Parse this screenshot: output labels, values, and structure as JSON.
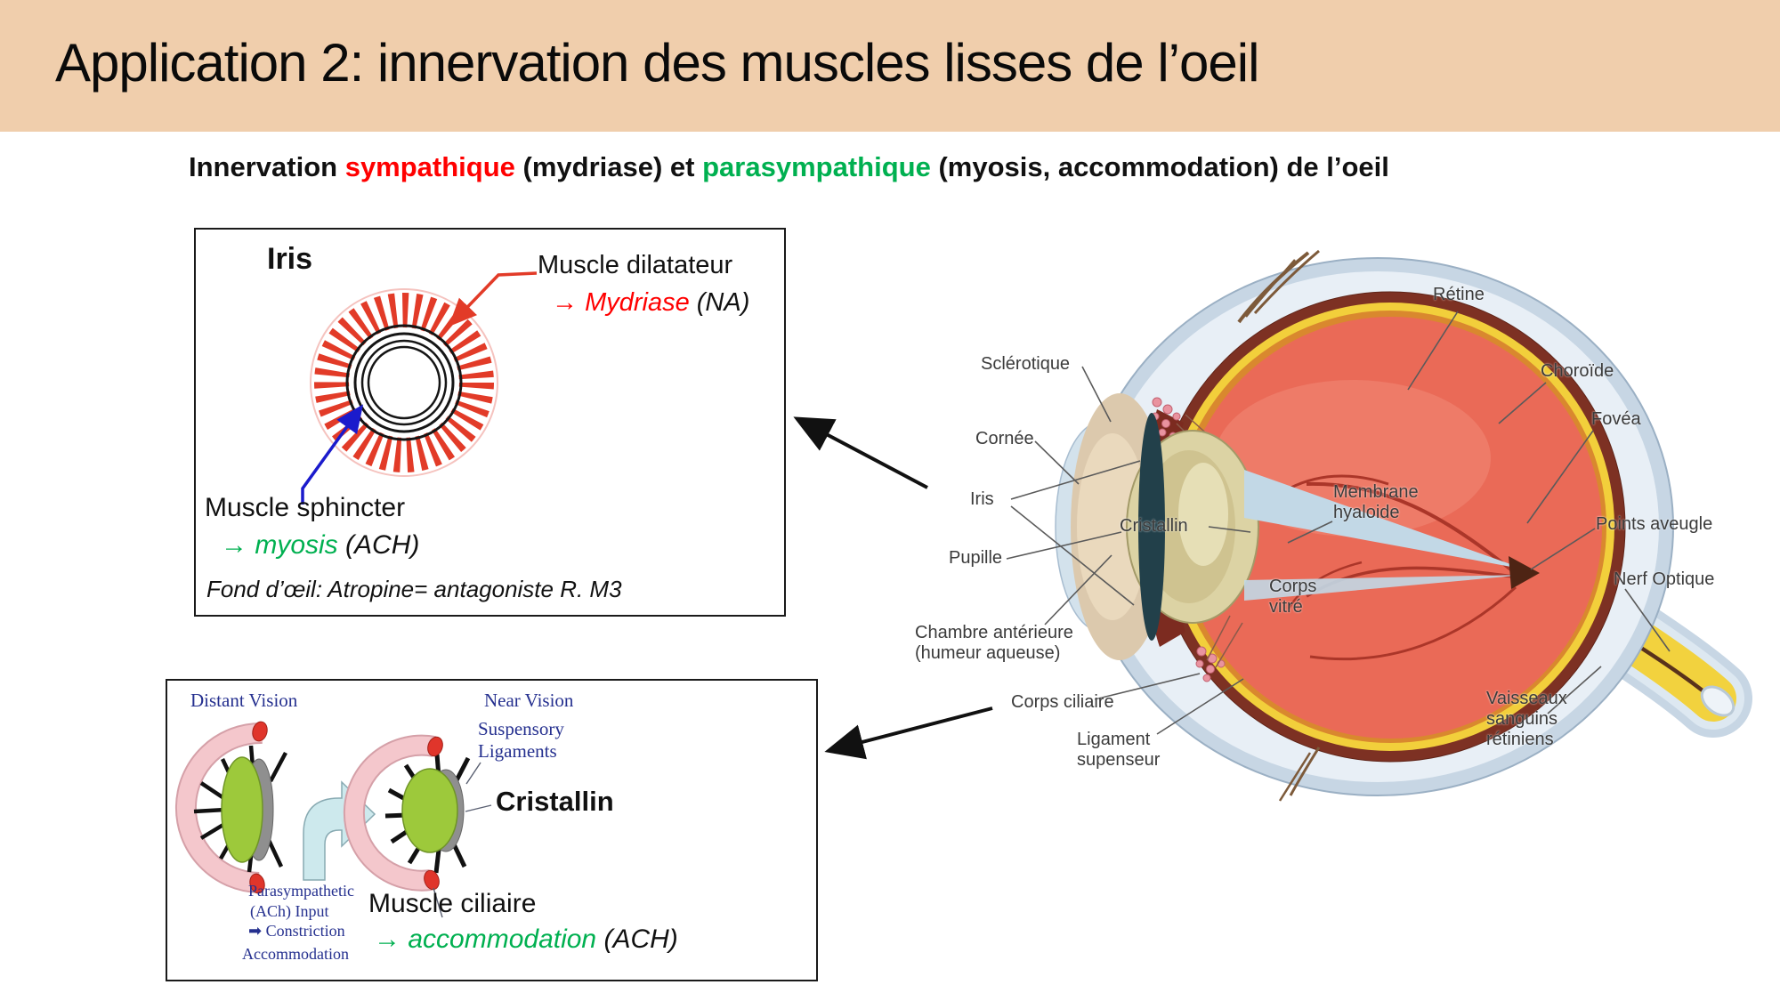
{
  "slide": {
    "title": "Application 2: innervation des muscles lisses de l’oeil",
    "subtitle": {
      "prefix": "Innervation ",
      "sympathique": "sympathique",
      "middle": " (mydriase) et ",
      "parasympathique": "parasympathique",
      "suffix": " (myosis, accommodation) de l’oeil"
    }
  },
  "iris_box": {
    "heading": "Iris",
    "dilator": {
      "label": "Muscle dilatateur",
      "arrow": "→",
      "effect": "Mydriase",
      "mediator": " (NA)"
    },
    "sphincter": {
      "label": "Muscle sphincter",
      "arrow": "→",
      "effect": "myosis",
      "mediator": " (ACH)"
    },
    "footnote": "Fond d’œil: Atropine= antagoniste R. M3"
  },
  "accommodation_box": {
    "distant_title": "Distant Vision",
    "near_title": "Near Vision",
    "suspensory_label": "Suspensory\nLigaments",
    "cristallin_label": "Cristallin",
    "parasympathetic": {
      "line1": "Parasympathetic",
      "line2": "(ACh) Input",
      "arrow": "➡",
      "constriction": " Constriction",
      "accommodation": "Accommodation"
    },
    "ciliary": {
      "label": "Muscle ciliaire",
      "arrow": "→",
      "effect": "accommodation",
      "mediator": " (ACH)"
    }
  },
  "eye": {
    "labels": [
      {
        "id": "retine",
        "text": "Rétine"
      },
      {
        "id": "sclerotique",
        "text": "Sclérotique"
      },
      {
        "id": "choroide",
        "text": "Choroïde"
      },
      {
        "id": "fovea",
        "text": "Fovéa"
      },
      {
        "id": "cornee",
        "text": "Cornée"
      },
      {
        "id": "iris",
        "text": "Iris"
      },
      {
        "id": "membrane-hyaloide",
        "text": "Membrane\nhyaloide"
      },
      {
        "id": "cristallin",
        "text": "Cristallin"
      },
      {
        "id": "points-aveugle",
        "text": "Points aveugle"
      },
      {
        "id": "pupille",
        "text": "Pupille"
      },
      {
        "id": "nerf-optique",
        "text": "Nerf Optique"
      },
      {
        "id": "corps-vitre",
        "text": "Corps\nvitré"
      },
      {
        "id": "chambre-anterieure",
        "text": "Chambre antérieure\n(humeur aqueuse)"
      },
      {
        "id": "corps-ciliaire",
        "text": "Corps ciliaire"
      },
      {
        "id": "ligament-supenseur",
        "text": "Ligament\nsupenseur"
      },
      {
        "id": "vaisseaux",
        "text": "Vaisseaux\nsanguins\nrétiniens"
      }
    ]
  },
  "colors": {
    "header_bg": "#F0CEAC",
    "sympathique_red": "#FF0000",
    "parasympathique_green": "#00B050",
    "diagram_navy": "#25308F",
    "dilator_red": "#E23B28"
  }
}
